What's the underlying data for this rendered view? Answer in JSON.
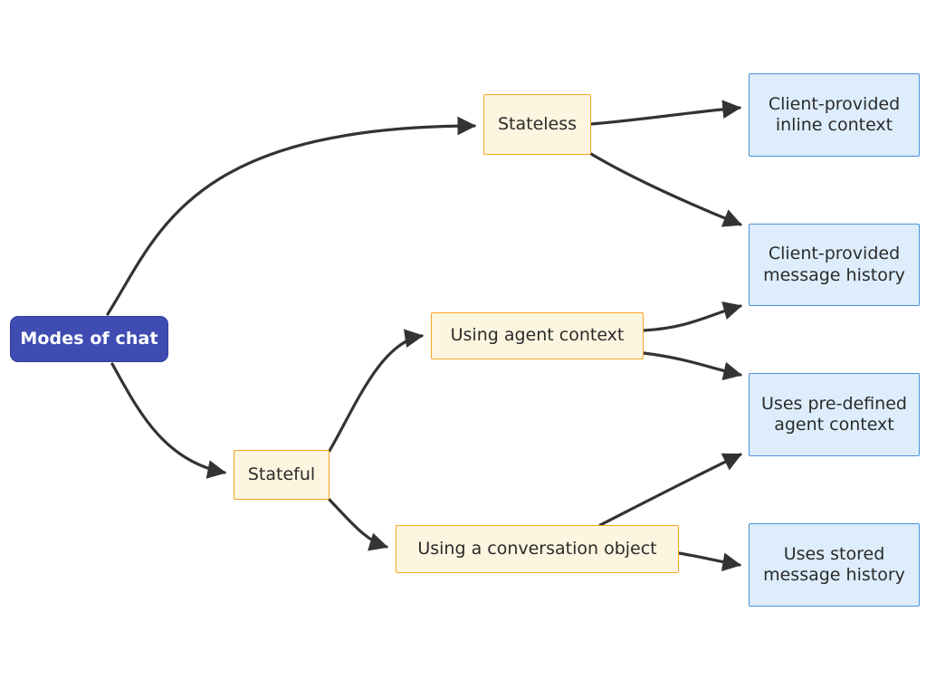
{
  "diagram": {
    "title": "Modes of chat",
    "type": "flowchart",
    "direction": "left-to-right",
    "background_color": "#ffffff",
    "palette": {
      "root_fill": "#3f4db3",
      "root_stroke": "#2f3c9c",
      "root_text": "#ffffff",
      "mid_fill": "#fdf5df",
      "mid_stroke": "#f6a623",
      "leaf_fill": "#ddedfb",
      "leaf_stroke": "#4a90d9",
      "node_text": "#2b2b2b",
      "edge_stroke": "#333333"
    },
    "nodes": [
      {
        "id": "root",
        "label": "Modes of chat",
        "kind": "root"
      },
      {
        "id": "stateless",
        "label": "Stateless",
        "kind": "mid"
      },
      {
        "id": "stateful",
        "label": "Stateful",
        "kind": "mid"
      },
      {
        "id": "agentctx",
        "label": "Using agent context",
        "kind": "mid"
      },
      {
        "id": "convobj",
        "label": "Using a conversation object",
        "kind": "mid"
      },
      {
        "id": "inline",
        "label": "Client-provided\ninline context",
        "kind": "leaf"
      },
      {
        "id": "msghistory",
        "label": "Client-provided\nmessage history",
        "kind": "leaf"
      },
      {
        "id": "predefined",
        "label": "Uses pre-defined\nagent context",
        "kind": "leaf"
      },
      {
        "id": "storedmsg",
        "label": "Uses stored\nmessage history",
        "kind": "leaf"
      }
    ],
    "edges": [
      {
        "from": "root",
        "to": "stateless",
        "label": ""
      },
      {
        "from": "root",
        "to": "stateful",
        "label": ""
      },
      {
        "from": "stateless",
        "to": "inline",
        "label": ""
      },
      {
        "from": "stateless",
        "to": "msghistory",
        "label": ""
      },
      {
        "from": "stateful",
        "to": "agentctx",
        "label": ""
      },
      {
        "from": "stateful",
        "to": "convobj",
        "label": ""
      },
      {
        "from": "agentctx",
        "to": "msghistory",
        "label": ""
      },
      {
        "from": "agentctx",
        "to": "predefined",
        "label": ""
      },
      {
        "from": "convobj",
        "to": "predefined",
        "label": ""
      },
      {
        "from": "convobj",
        "to": "storedmsg",
        "label": ""
      }
    ]
  }
}
